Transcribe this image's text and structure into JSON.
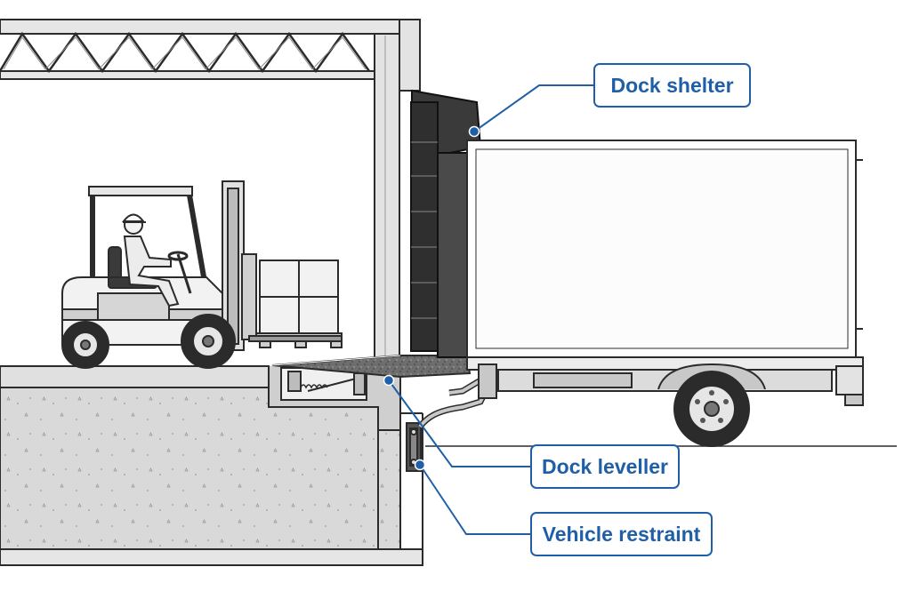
{
  "callouts": {
    "dock_shelter": "Dock shelter",
    "dock_leveller": "Dock leveller",
    "vehicle_restraint": "Vehicle restraint"
  },
  "colors": {
    "callout_blue": "#1f5fa8",
    "outline": "#2b2b2b",
    "concrete": "#dcdcdc",
    "shelter": "#3a3a3a",
    "wall": "#e3e3e3"
  }
}
